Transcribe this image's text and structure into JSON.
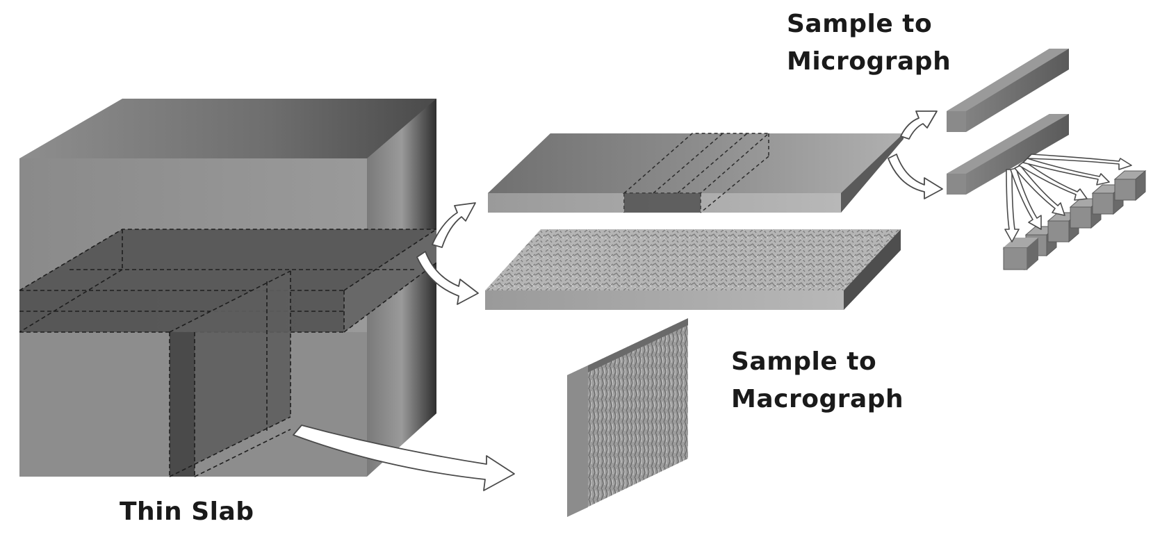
{
  "labels": {
    "micrograph": {
      "line1": "Sample to",
      "line2": "Micrograph"
    },
    "macrograph": {
      "line1": "Sample to",
      "line2": "Macrograph"
    },
    "thin_slab": "Thin Slab"
  },
  "colors": {
    "block_front": "#8c8c8c",
    "block_side_dark": "#3a3a3a",
    "block_top": "#7a7a7a",
    "slab_fill": "#5c5c5c",
    "arrow_fill": "#ffffff",
    "arrow_stroke": "#4a4a4a",
    "label_text": "#1a1a1a"
  }
}
